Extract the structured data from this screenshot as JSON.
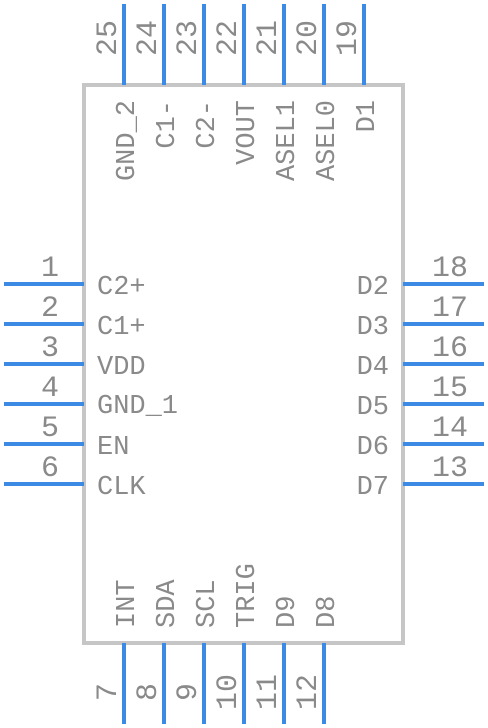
{
  "component": {
    "colors": {
      "pin": "#3d8ae4",
      "body_stroke": "#c6c6c6",
      "text": "#8a8a8a",
      "background": "#ffffff"
    },
    "pins": {
      "left": [
        {
          "num": "1",
          "label": "C2+"
        },
        {
          "num": "2",
          "label": "C1+"
        },
        {
          "num": "3",
          "label": "VDD"
        },
        {
          "num": "4",
          "label": "GND_1"
        },
        {
          "num": "5",
          "label": "EN"
        },
        {
          "num": "6",
          "label": "CLK"
        }
      ],
      "bottom": [
        {
          "num": "7",
          "label": "INT"
        },
        {
          "num": "8",
          "label": "SDA"
        },
        {
          "num": "9",
          "label": "SCL"
        },
        {
          "num": "10",
          "label": "TRIG"
        },
        {
          "num": "11",
          "label": "D9"
        },
        {
          "num": "12",
          "label": "D8"
        }
      ],
      "right": [
        {
          "num": "13",
          "label": "D7"
        },
        {
          "num": "14",
          "label": "D6"
        },
        {
          "num": "15",
          "label": "D5"
        },
        {
          "num": "16",
          "label": "D4"
        },
        {
          "num": "17",
          "label": "D3"
        },
        {
          "num": "18",
          "label": "D2"
        }
      ],
      "top": [
        {
          "num": "19",
          "label": "D1"
        },
        {
          "num": "20",
          "label": "ASEL0"
        },
        {
          "num": "21",
          "label": "ASEL1"
        },
        {
          "num": "22",
          "label": "VOUT"
        },
        {
          "num": "23",
          "label": "C2-"
        },
        {
          "num": "24",
          "label": "C1-"
        },
        {
          "num": "25",
          "label": "GND_2"
        }
      ]
    }
  }
}
